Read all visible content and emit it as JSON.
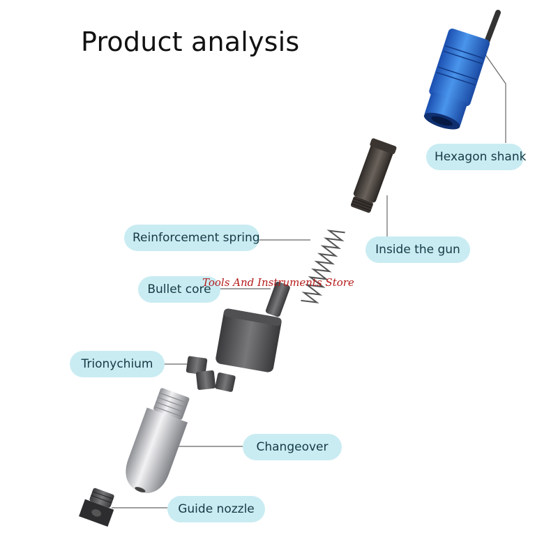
{
  "title": "Product analysis",
  "labels": {
    "hexagon_shank": "Hexagon shank",
    "reinforcement_spring": "Reinforcement spring",
    "inside_the_gun": "Inside the gun",
    "bullet_core": "Bullet core",
    "trionychium": "Trionychium",
    "changeover": "Changeover",
    "guide_nozzle": "Guide nozzle"
  },
  "watermark": "Tools And Instruments Store",
  "colors": {
    "label_bg": "#c9ecf2",
    "label_text": "#153a44",
    "shank_blue": "#2e72d6",
    "watermark": "#b51a1a"
  }
}
